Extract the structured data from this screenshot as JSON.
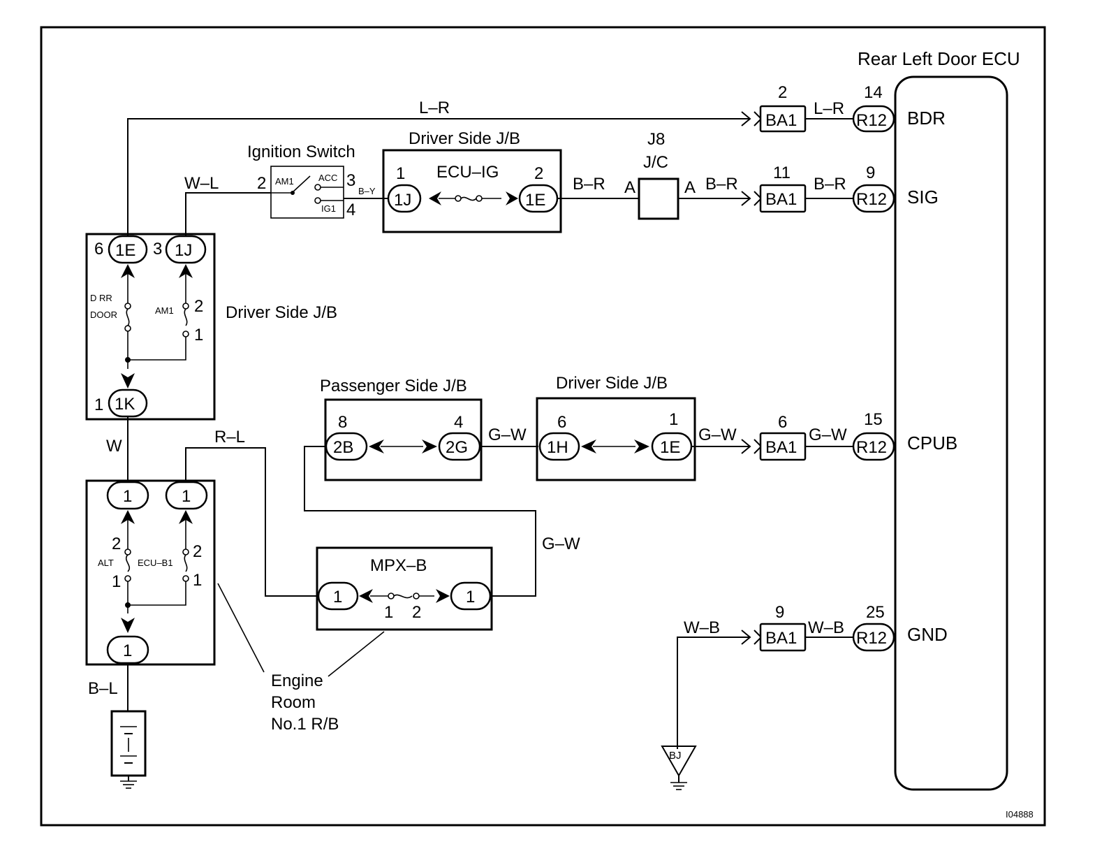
{
  "labels": {
    "rear_left_door_ecu": "Rear Left Door ECU",
    "ignition_switch": "Ignition Switch",
    "driver_side_jb": "Driver Side J/B",
    "passenger_side_jb": "Passenger Side J/B",
    "ecu_ig": "ECU–IG",
    "mpx_b": "MPX–B",
    "j8": "J8",
    "jc": "J/C",
    "engine_room_1": "Engine",
    "engine_room_2": "Room",
    "engine_room_3": "No.1 R/B",
    "d_rr": "D RR",
    "door": "DOOR",
    "am1": "AM1",
    "acc": "ACC",
    "ig1": "IG1",
    "alt": "ALT",
    "ecu_b1": "ECU–B1",
    "ground_bj": "BJ",
    "figure_id": "I04888"
  },
  "wires": {
    "l_r": "L–R",
    "w_l": "W–L",
    "b_y": "B–Y",
    "b_r": "B–R",
    "g_w": "G–W",
    "w_b": "W–B",
    "w": "W",
    "r_l": "R–L",
    "b_l": "B–L"
  },
  "connectors": {
    "ba1": "BA1",
    "r12": "R12",
    "c1e": "1E",
    "c1j": "1J",
    "c1k": "1K",
    "c1h": "1H",
    "c2b": "2B",
    "c2g": "2G",
    "c1": "1",
    "a": "A"
  },
  "pins": {
    "bdr_ba1": "2",
    "bdr_r12": "14",
    "sig_ba1": "11",
    "sig_r12": "9",
    "cpub_ba1": "6",
    "cpub_r12": "15",
    "gnd_ba1": "9",
    "gnd_r12": "25",
    "sw_2": "2",
    "sw_3": "3",
    "sw_4": "4",
    "ecuig_1": "1",
    "ecuig_2": "2",
    "jb_6": "6",
    "jb_3": "3",
    "jb_2": "2",
    "jb_1": "1",
    "jb_1k": "1",
    "pjb_8": "8",
    "pjb_4": "4",
    "djb_6": "6",
    "djb_1": "1",
    "er_2": "2",
    "er_1": "1",
    "er_b2": "2",
    "er_b1": "1",
    "mpx_1": "1",
    "mpx_2": "2"
  },
  "terminals": {
    "bdr": "BDR",
    "sig": "SIG",
    "cpub": "CPUB",
    "gnd": "GND"
  }
}
